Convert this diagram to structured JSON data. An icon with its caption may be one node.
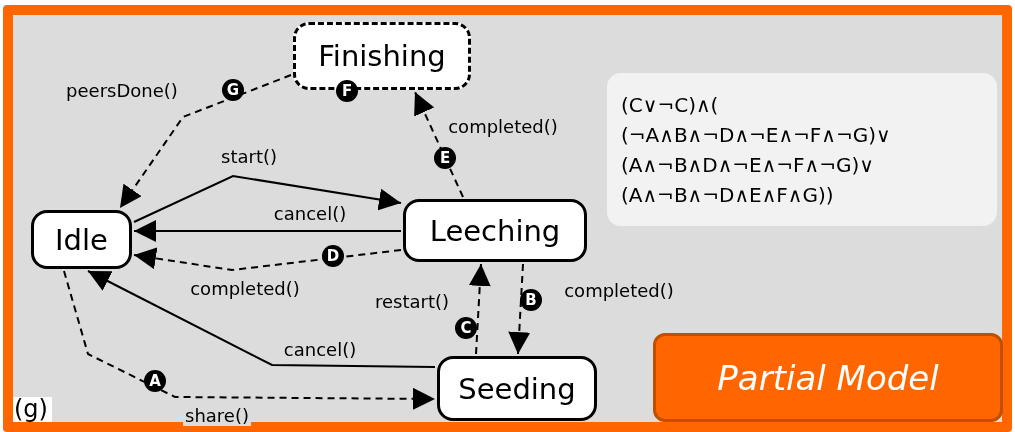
{
  "diagram": {
    "nodes": [
      {
        "text": [
          "Finishing"
        ]
      },
      {
        "text": [
          "Idle"
        ]
      },
      {
        "text": [
          "Leeching"
        ]
      },
      {
        "text": [
          "Seeding"
        ]
      },
      {
        "text": [
          "(C∨¬C)∧( (¬A∧B∧¬D∧¬E∧¬F∧¬G)∨ (A∧¬B∧D∧¬E∧¬F∧¬G)∨ (A∧¬B∧¬D∧E∧F∧G))"
        ]
      },
      {
        "text": [
          "Partial Model"
        ]
      }
    ],
    "edges": [
      {
        "from": 0,
        "to": 1,
        "arrow": "to",
        "label": "peersDone()",
        "style": "dashed"
      },
      {
        "from": 1,
        "to": 2,
        "arrow": "to",
        "label": "start()"
      },
      {
        "from": 2,
        "to": 1,
        "arrow": "to",
        "label": "cancel()"
      },
      {
        "from": 2,
        "to": 1,
        "arrow": "to",
        "label": "completed()",
        "style": "dashed"
      },
      {
        "from": 2,
        "to": 0,
        "arrow": "to",
        "label": "completed()",
        "style": "dashed"
      },
      {
        "from": 2,
        "to": 3,
        "arrow": "to",
        "label": "completed()",
        "style": "dashed"
      },
      {
        "from": 3,
        "to": 2,
        "arrow": "to",
        "label": "restart()",
        "style": "dashed"
      },
      {
        "from": 3,
        "to": 1,
        "arrow": "to",
        "label": "cancel()"
      },
      {
        "from": 1,
        "to": 3,
        "arrow": "to",
        "label": "share()",
        "style": "dashed"
      }
    ],
    "labels": [
      "G",
      "F",
      "E",
      "D",
      "B",
      "C",
      "A",
      "(g)"
    ]
  }
}
